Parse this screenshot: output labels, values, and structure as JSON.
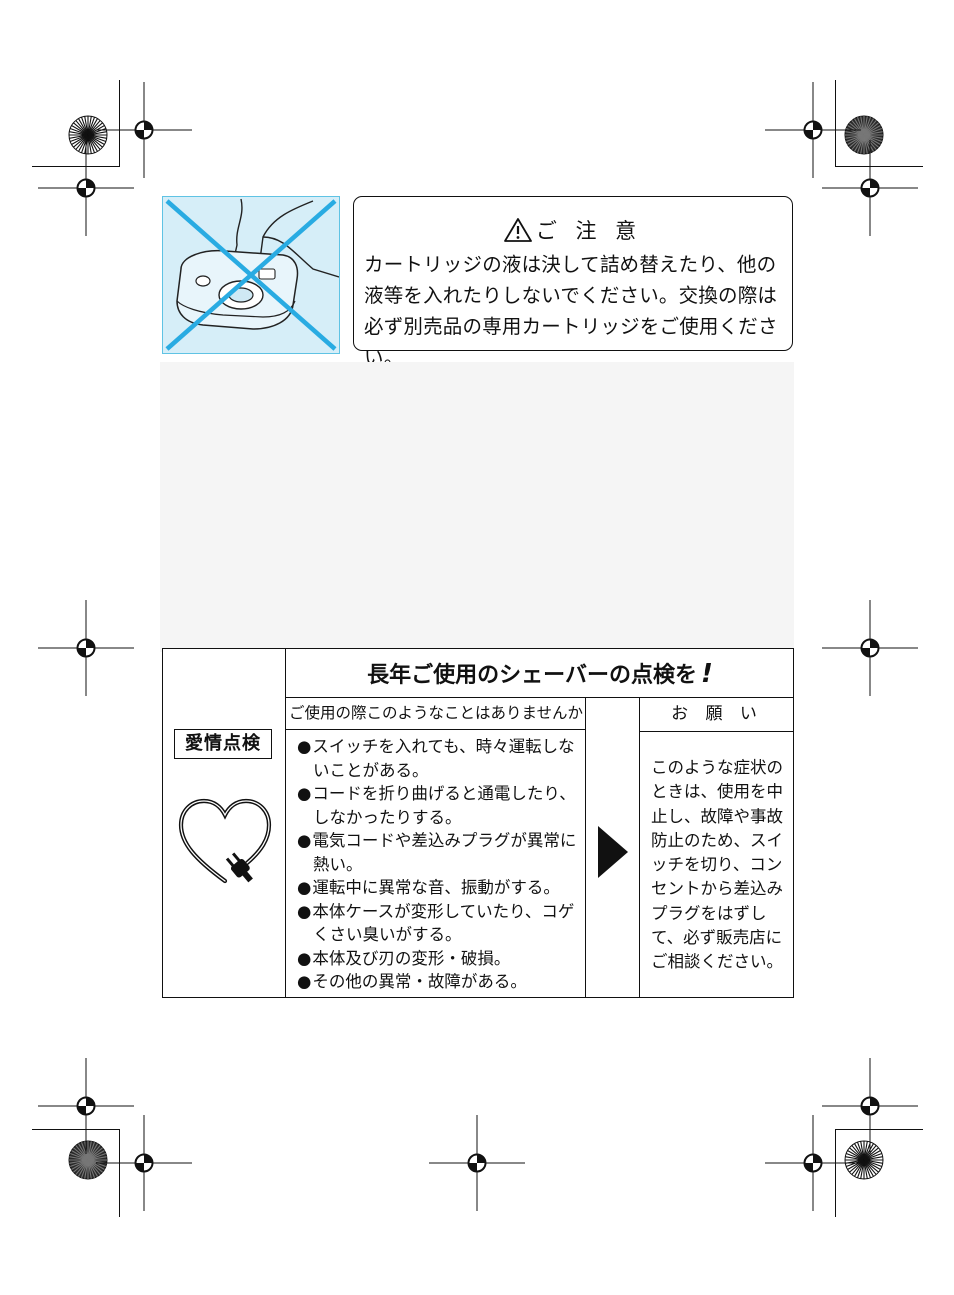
{
  "caution": {
    "title": "ご 注 意",
    "icon": "warning-triangle-icon",
    "body": "カートリッジの液は決して詰め替えたり、他の液等を入れたりしないでください。交換の際は必ず別売品の専用カートリッジをご使用ください。"
  },
  "illustration": {
    "icon": "prohibited-refill-illustration",
    "cross_color": "#29abe2",
    "background_color": "#d6eef8"
  },
  "inspection": {
    "headline": "長年ご使用のシェーバーの点検を",
    "headline_mark": "!",
    "badge": "愛情点検",
    "badge_icon": "heart-plug-icon",
    "left_header": "ご使用の際このようなことはありませんか",
    "right_header": "お 願 い",
    "symptoms": [
      "スイッチを入れても、時々運転しないことがある。",
      "コードを折り曲げると通電したり、しなかったりする。",
      "電気コードや差込みプラグが異常に熱い。",
      "運転中に異常な音、振動がする。",
      "本体ケースが変形していたり、コゲくさい臭いがする。",
      "本体及び刃の変形・破損。",
      "その他の異常・故障がある。"
    ],
    "arrow_icon": "right-triangle-arrow-icon",
    "advice": "このような症状のときは、使用を中止し、故障や事故防止のため、スイッチを切り、コンセントから差込みプラグをはずして、必ず販売店にご相談ください。"
  }
}
